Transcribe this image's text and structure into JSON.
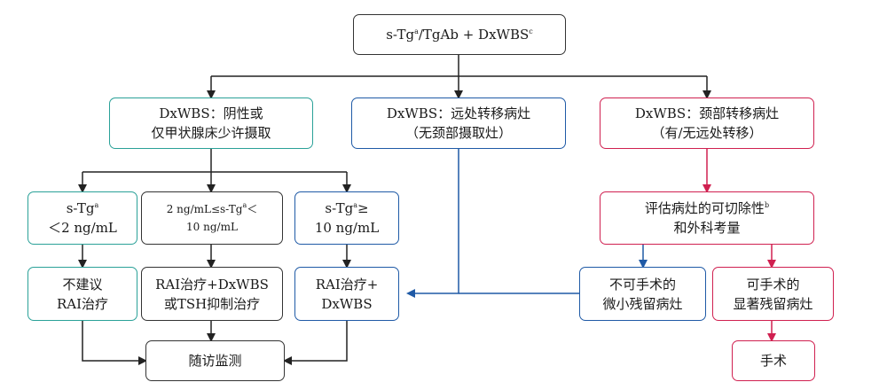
{
  "top": {
    "pre": "s-Tg",
    "sup1": "a",
    "mid": "/TgAb + DxWBS",
    "sup2": "c"
  },
  "neg": {
    "line1": "DxWBS：阴性或",
    "line2": "仅甲状腺床少许摄取"
  },
  "distant": {
    "line1": "DxWBS：远处转移病灶",
    "line2": "（无颈部摄取灶）"
  },
  "neck": {
    "line1": "DxWBS：颈部转移病灶",
    "line2": "（有/无远处转移）"
  },
  "low": {
    "pre": "s-Tg",
    "sup": "a",
    "line2": "＜2 ng/mL"
  },
  "mid": {
    "pre": "2 ng/mL≤s-Tg",
    "sup": "a",
    "post": "＜",
    "line2": "10 ng/mL"
  },
  "high": {
    "pre": "s-Tg",
    "sup": "a",
    "post": "≥",
    "line2": "10 ng/mL"
  },
  "assess": {
    "line1": "评估病灶的可切除性",
    "sup": "b",
    "line2": "和外科考量"
  },
  "no_rai": {
    "line1": "不建议",
    "line2": "RAI治疗"
  },
  "rai_or_tsh": {
    "line1": "RAI治疗+DxWBS",
    "line2": "或TSH抑制治疗"
  },
  "rai": {
    "line1": "RAI治疗+",
    "line2": "DxWBS"
  },
  "unresectable": {
    "line1": "不可手术的",
    "line2": "微小残留病灶"
  },
  "resectable": {
    "line1": "可手术的",
    "line2": "显著残留病灶"
  },
  "followup": {
    "label": "随访监测"
  },
  "surgery": {
    "label": "手术"
  },
  "colors": {
    "teal": "#2aa198",
    "blue": "#1f5aa6",
    "red": "#d02050",
    "black": "#222222"
  }
}
